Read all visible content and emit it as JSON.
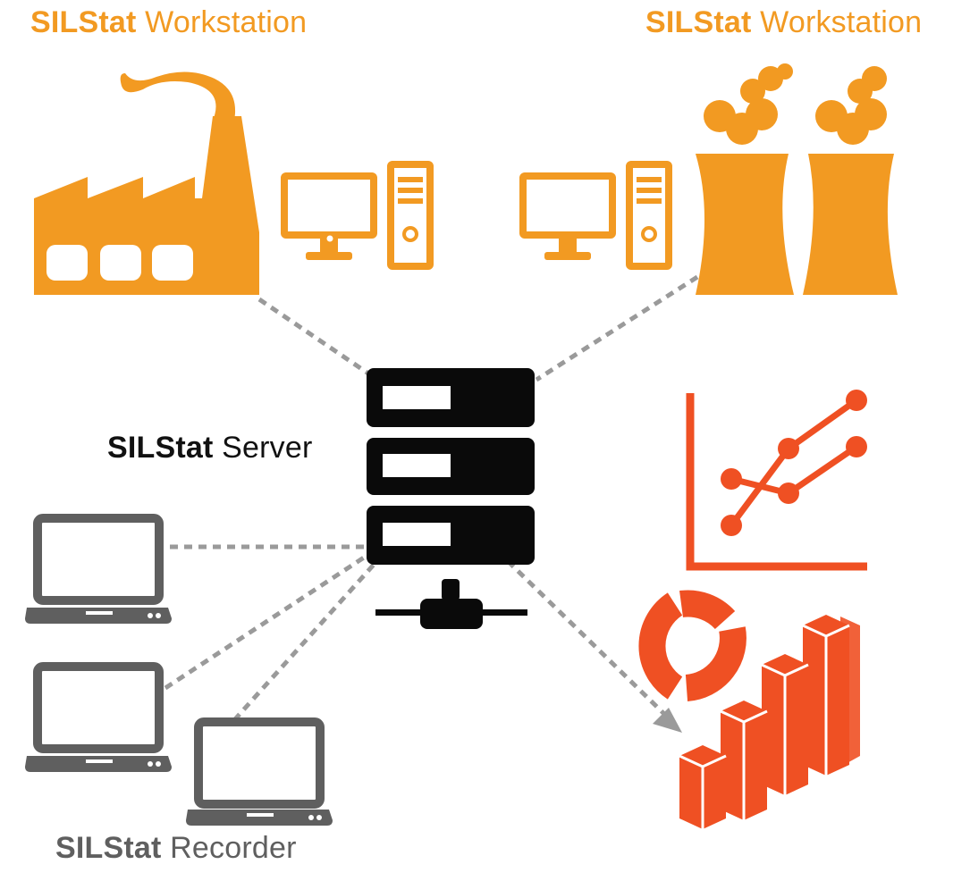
{
  "labels": {
    "workstation_left": {
      "brand": "SILStat",
      "suffix": " Workstation"
    },
    "workstation_right": {
      "brand": "SILStat",
      "suffix": " Workstation"
    },
    "server": {
      "brand": "SILStat",
      "suffix": " Server"
    },
    "recorder": {
      "brand": "SILStat",
      "suffix": " Recorder"
    }
  },
  "colors": {
    "orange": "#f29a22",
    "red_orange": "#ef5023",
    "server_black": "#0a0a0a",
    "laptop_gray": "#5f5f5f",
    "connector_gray": "#9a9a9a"
  },
  "icons": [
    "factory-icon",
    "desktop-computer-icon",
    "cooling-towers-icon",
    "server-rack-icon",
    "network-connector-icon",
    "laptop-icon",
    "line-chart-icon",
    "donut-chart-icon",
    "bar-chart-3d-icon",
    "arrow-icon"
  ]
}
